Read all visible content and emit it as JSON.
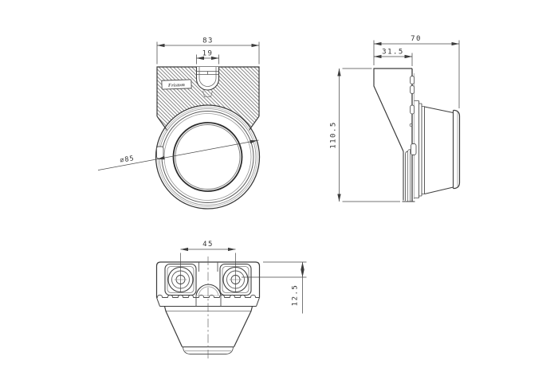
{
  "drawing": {
    "kind": "technical-drawing",
    "background": "#ffffff",
    "line_color": "#3c3c3c",
    "dim_color": "#4a4a4a",
    "front_view": {
      "width": "83",
      "slot_width": "19",
      "diameter": "⌀85",
      "logo": "Fristom"
    },
    "side_view": {
      "depth": "70",
      "bracket_depth": "31.5",
      "height": "110.5"
    },
    "bottom_view": {
      "hole_spacing": "45",
      "hole_offset": "12.5"
    }
  }
}
